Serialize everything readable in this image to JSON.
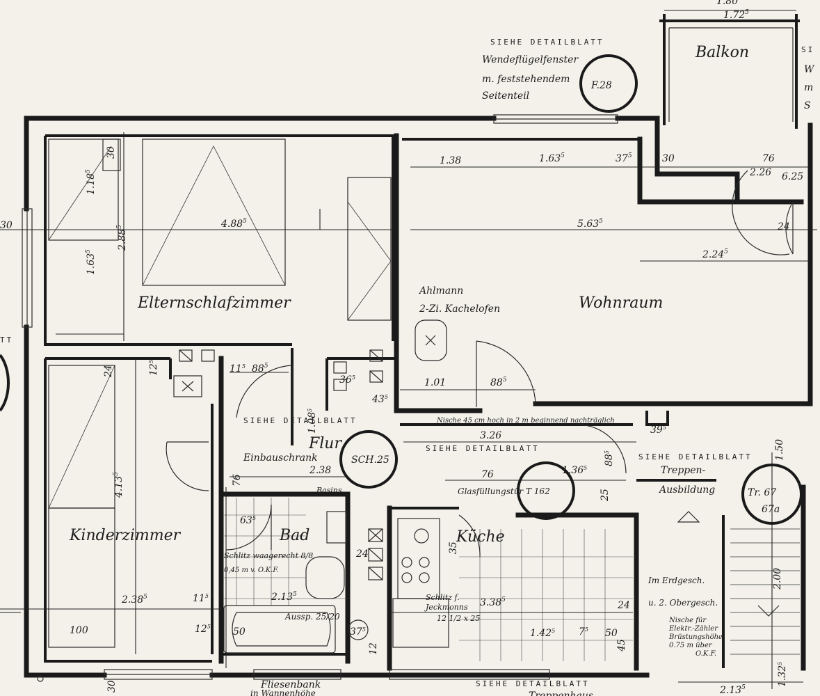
{
  "top": {
    "width_a": "1.80",
    "width_b": "1.72",
    "width_b_sup": "5",
    "balcony": "Balkon",
    "detail_1_header": "SIEHE DETAILBLATT",
    "detail_1_text": [
      "Wendeflügelfenster",
      "m. feststehendem",
      "Seitenteil"
    ],
    "detail_1_ref": "F.28",
    "right_edge_partial": [
      "SI",
      "W",
      "m",
      "S"
    ]
  },
  "rooms": {
    "bedroom": "Elternschlafzimmer",
    "living": "Wohnraum",
    "child": "Kinderzimmer",
    "hall": "Flur",
    "bath": "Bad",
    "kitchen": "Küche",
    "stair_text": [
      "Treppen-",
      "Ausbildung"
    ]
  },
  "dims": {
    "d30_top": "30",
    "d118": "1.18",
    "d118_sup": "5",
    "d288": "2.88",
    "d288_sup": "5",
    "d163_bed": "1.63",
    "d163_bed_sup": "5",
    "d488": "4.88",
    "d488_sup": "5",
    "left_30": "30",
    "left_tt": "TT",
    "d138": "1.38",
    "d163_liv": "1.63",
    "d163_liv_sup": "5",
    "d37": "37",
    "d37_sup": "5",
    "d30_liv": "30",
    "d76_top": "76",
    "d226": "2.26",
    "d625": "6.25",
    "d563": "5.63",
    "d563_sup": "5",
    "d24_right": "24",
    "d224": "2.24",
    "d224_sup": "5",
    "d101": "1.01",
    "d88_liv": "88",
    "d88_liv_sup": "5",
    "d12": "12",
    "d12_sup": "5",
    "d24_child": "24",
    "d88_hall": "88",
    "d88_hall_sup": "5",
    "d36": "36",
    "d36_sup": "5",
    "d43": "43",
    "d43_sup": "5",
    "d11_hall": "11",
    "d11_hall_sup": "5",
    "d326": "3.26",
    "d108": "1.08",
    "d108_sup": "5",
    "d238": "2.38",
    "d76_hall": "76",
    "d76_kit": "76",
    "d136": "1.36",
    "d136_sup": "5",
    "d88_kit": "88",
    "d88_kit_sup": "5",
    "d25": "25",
    "d413": "4.13",
    "d413_sup": "5",
    "d63": "63",
    "d63_sup": "5",
    "d238_child": "2.38",
    "d238_child_sup": "5",
    "d11_child": "11",
    "d11_child_sup": "5",
    "d12_child": "12",
    "d12_child_sup": "5",
    "d100": "100",
    "d30_bottom": "30",
    "d213": "2.13",
    "d213_sup": "5",
    "d50_bath": "50",
    "d37_bath": "37",
    "d37_bath_sup": "5",
    "d24_bath": "24",
    "d35": "35",
    "d338": "3.38",
    "d338_sup": "5",
    "d142": "1.42",
    "d142_sup": "5",
    "d7": "7",
    "d7_sup": "5",
    "d50_kit": "50",
    "d45": "45",
    "d24_kit": "24",
    "d200": "2.00",
    "d150": "1.50",
    "d132": "1.32",
    "d132_sup": "5",
    "d213_bottom": "2.13",
    "d213_bottom_sup": "5",
    "d12_small": "12",
    "d39": "39",
    "d39_sup": "5"
  },
  "notes": {
    "oven": [
      "Ahlmann",
      "2-Zi. Kachelofen"
    ],
    "detail_hall": "SIEHE DETAILBLATT",
    "niche": "Nische 45 cm hoch in 2 m beginnend nachträglich",
    "cupboard": "Einbauschrank",
    "cupboard_ref": "SCH.25",
    "detail_kitchen": "SIEHE DETAILBLATT",
    "glass_door": "Glasfüllungstür T 162",
    "detail_stair": "SIEHE DETAILBLATT",
    "stair_ref": "Tr. 67",
    "stair_ref2": "67a",
    "bath_window": [
      "Schlitz waagerecht 8/8",
      "0,45 m v. O.K.F."
    ],
    "basin": "Basins",
    "recess": "Aussp. 25/20",
    "kitchen_slot": [
      "Schlitz f.",
      "Jeckmonns"
    ],
    "kitchen_size": "12 1/2 x 25",
    "stair_floors": [
      "Im Erdgesch.",
      "u. 2. Obergesch."
    ],
    "stair_niche": [
      "Nische für",
      "Elektr.-Zähler",
      "Brüstungshöhe",
      "0.75 m über",
      "O.K.F."
    ],
    "window_sill": [
      "Fliesenbank",
      "in Wannenhöhe"
    ],
    "detail_bottom": "SIEHE DETAILBLATT",
    "bottom_partial": "Treppenhaus"
  }
}
